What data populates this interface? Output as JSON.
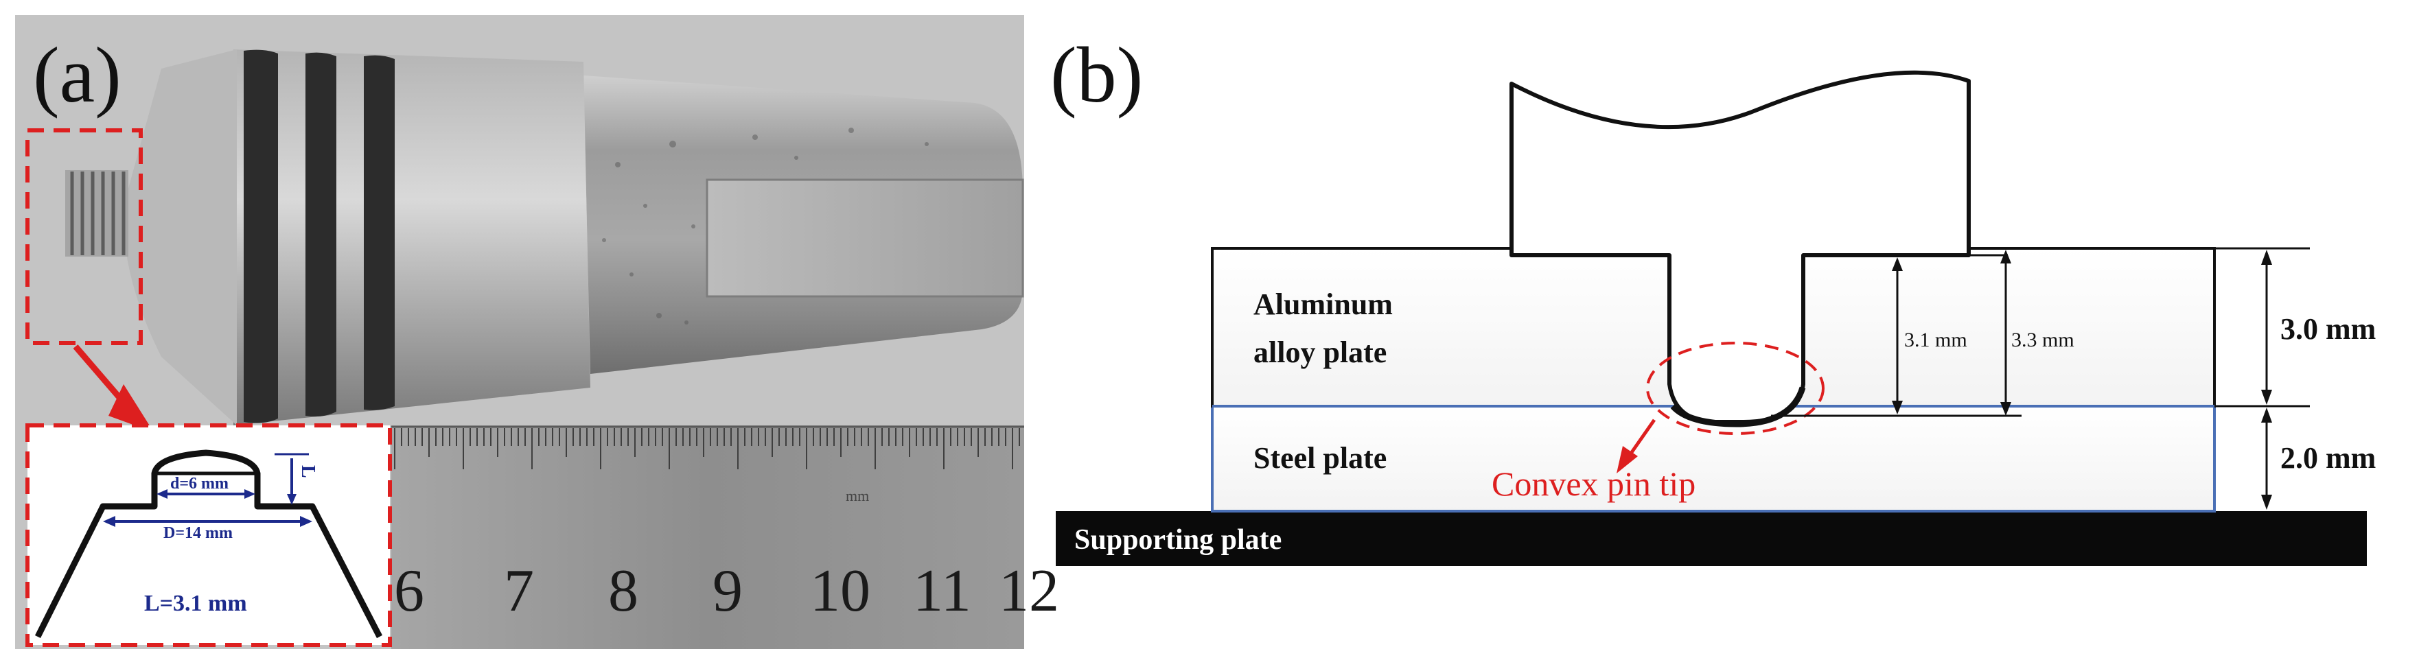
{
  "panel_a": {
    "label": "(a)",
    "ruler_numbers": [
      "6",
      "7",
      "8",
      "9",
      "10",
      "11",
      "12"
    ],
    "ruler_unit": "mm",
    "inset": {
      "pin_diameter": "d=6 mm",
      "shoulder_diameter": "D=14 mm",
      "pin_length_symbol": "L",
      "pin_length_value": "L=3.1 mm"
    }
  },
  "panel_b": {
    "label": "(b)",
    "aluminum_label_line1": "Aluminum",
    "aluminum_label_line2": "alloy plate",
    "steel_label": "Steel plate",
    "support_label": "Supporting plate",
    "pin_tip_label": "Convex pin tip",
    "dim_pin_length": "3.1 mm",
    "dim_pin_depth": "3.3 mm",
    "dim_aluminum_thickness": "3.0 mm",
    "dim_steel_thickness": "2.0 mm"
  },
  "colors": {
    "highlight_red": "#dd1f1f",
    "inset_text_blue": "#1c2a8c",
    "plate_interface_blue": "#4a6fb5"
  }
}
